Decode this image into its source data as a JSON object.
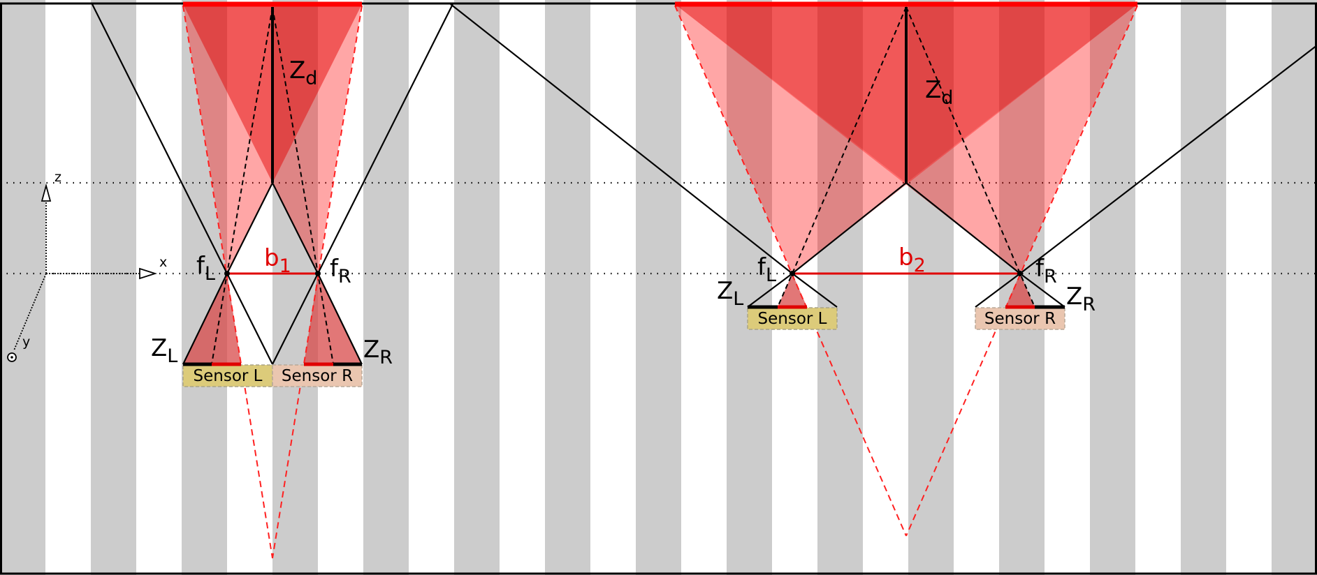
{
  "colors": {
    "stripe_gray": "#cccccc",
    "frustum_red": "#ff0000",
    "sensor_left_fill": "#dccb7a",
    "sensor_right_fill": "#eac6b0",
    "baseline_red": "#e00000"
  },
  "axes": {
    "x": "x",
    "y": "y",
    "z": "z"
  },
  "setup1": {
    "baseline": {
      "main": "b",
      "sub": "1"
    },
    "depth": {
      "main": "Z",
      "sub": "d"
    },
    "focal_left": {
      "main": "f",
      "sub": "L"
    },
    "focal_right": {
      "main": "f",
      "sub": "R"
    },
    "zero_left": {
      "main": "Z",
      "sub": "L"
    },
    "zero_right": {
      "main": "Z",
      "sub": "R"
    },
    "sensor_left": "Sensor L",
    "sensor_right": "Sensor R"
  },
  "setup2": {
    "baseline": {
      "main": "b",
      "sub": "2"
    },
    "depth": {
      "main": "Z",
      "sub": "d"
    },
    "focal_left": {
      "main": "f",
      "sub": "L"
    },
    "focal_right": {
      "main": "f",
      "sub": "R"
    },
    "zero_left": {
      "main": "Z",
      "sub": "L"
    },
    "zero_right": {
      "main": "Z",
      "sub": "R"
    },
    "sensor_left": "Sensor L",
    "sensor_right": "Sensor R"
  }
}
